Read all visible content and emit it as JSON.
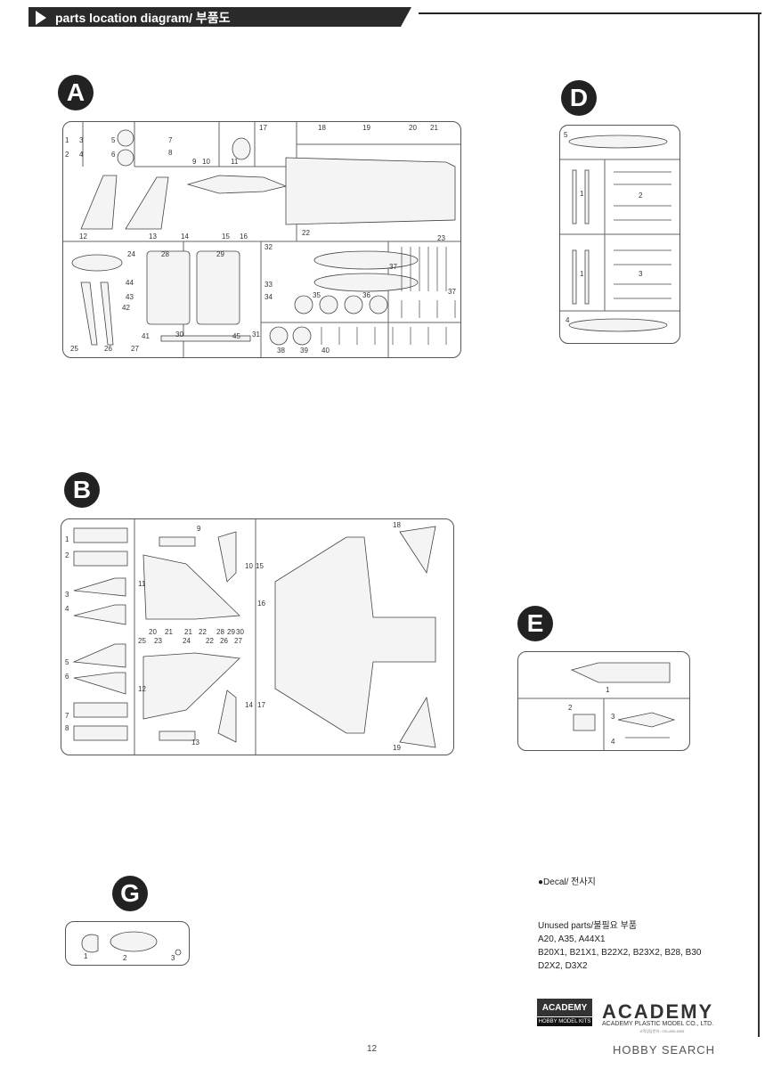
{
  "header": {
    "title": "parts location diagram/ 부품도"
  },
  "sections": {
    "A": {
      "letter": "A",
      "parts": [
        "1",
        "2",
        "3",
        "4",
        "5",
        "6",
        "7",
        "8",
        "9",
        "10",
        "11",
        "12",
        "13",
        "14",
        "15",
        "16",
        "17",
        "18",
        "19",
        "20",
        "21",
        "22",
        "23",
        "24",
        "25",
        "26",
        "27",
        "28",
        "29",
        "30",
        "31",
        "32",
        "33",
        "34",
        "35",
        "36",
        "37",
        "37",
        "38",
        "39",
        "40",
        "41",
        "42",
        "43",
        "44",
        "45"
      ]
    },
    "B": {
      "letter": "B",
      "parts": [
        "1",
        "2",
        "3",
        "4",
        "5",
        "6",
        "7",
        "8",
        "9",
        "10",
        "11",
        "12",
        "13",
        "14",
        "15",
        "16",
        "17",
        "18",
        "19",
        "20",
        "21",
        "21",
        "22",
        "22",
        "23",
        "24",
        "25",
        "26",
        "27",
        "28",
        "29",
        "30"
      ]
    },
    "D": {
      "letter": "D",
      "parts": [
        "1",
        "1",
        "2",
        "3",
        "4",
        "5"
      ]
    },
    "E": {
      "letter": "E",
      "parts": [
        "1",
        "2",
        "3",
        "4"
      ]
    },
    "G": {
      "letter": "G",
      "parts": [
        "1",
        "2",
        "3"
      ]
    }
  },
  "decal": "●Decal/ 전사지",
  "unused": {
    "title": "Unused parts/불필요 부품",
    "lines": [
      "A20, A35, A44X1",
      "B20X1, B21X1, B22X2, B23X2, B28, B30",
      "D2X2, D3X2"
    ]
  },
  "logo": {
    "top": "ACADEMY",
    "bottom": "HOBBY MODEL KITS",
    "brand": "ACADEMY",
    "sub": "ACADEMY PLASTIC MODEL CO., LTD.",
    "sub2": "고객상담문의 : 031-890-4005"
  },
  "page_number": "12",
  "watermark": "HOBBY SEARCH"
}
